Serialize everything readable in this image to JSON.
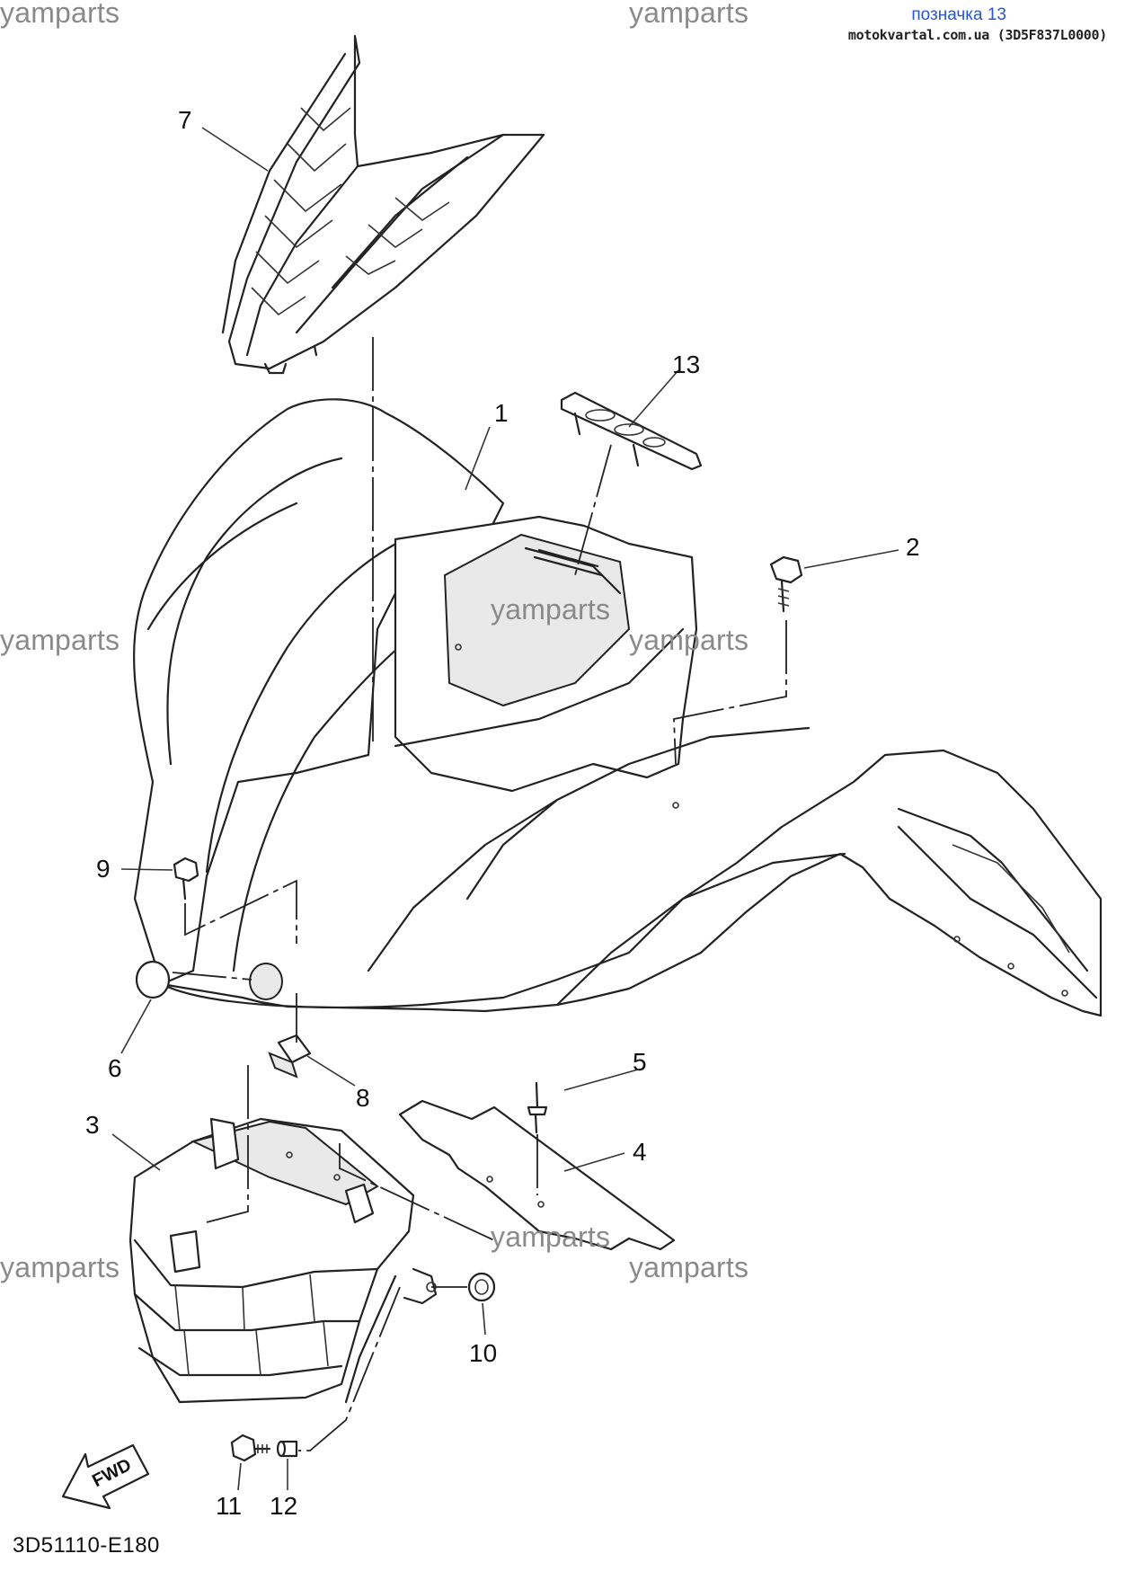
{
  "header": {
    "reference_label": "позначка 13",
    "source_label": "motokvartal.com.ua (3D5F837L0000)"
  },
  "watermark_text": "yamparts",
  "diagram_code": "3D51110-E180",
  "fwd_label": "FWD",
  "callouts": [
    "1",
    "2",
    "3",
    "4",
    "5",
    "6",
    "7",
    "8",
    "9",
    "10",
    "11",
    "12",
    "13"
  ],
  "colors": {
    "line": "#222222",
    "watermark": "#8a8a8a",
    "header_link": "#2a55cc"
  }
}
